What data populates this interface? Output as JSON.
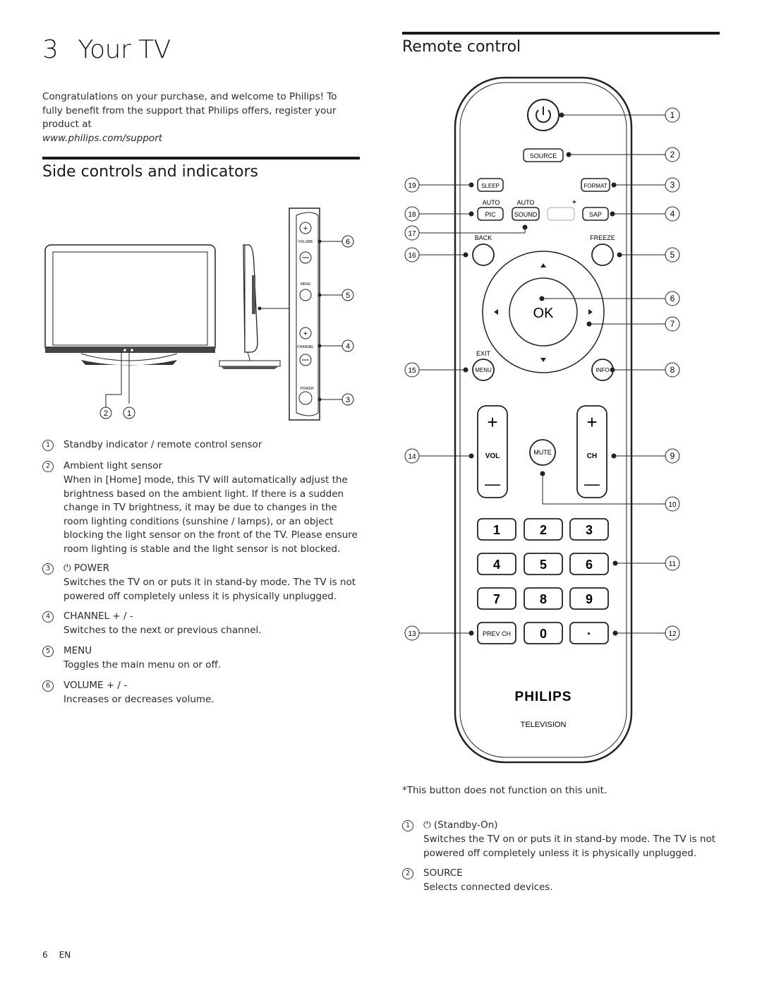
{
  "chapter": {
    "number": "3",
    "title": "Your TV"
  },
  "intro": {
    "text": "Congratulations on your purchase, and welcome to Philips! To fully benefit from the support that Philips offers, register your product at",
    "link": "www.philips.com/support"
  },
  "side_section": {
    "heading": "Side controls and indicators",
    "figure_labels": {
      "volume": "VOLUME",
      "menu": "MENU",
      "channel": "CHANNEL",
      "power": "POWER",
      "callouts": [
        "6",
        "5",
        "4",
        "3",
        "2",
        "1"
      ]
    },
    "items": [
      {
        "n": "1",
        "title": "Standby indicator / remote control sensor",
        "desc": ""
      },
      {
        "n": "2",
        "title": "Ambient light sensor",
        "desc": "When in [Home] mode, this TV will automatically adjust the brightness based on the ambient light. If there is a sudden change in TV brightness, it may be due to changes in the room lighting conditions (sunshine / lamps), or an object blocking the light sensor on the front of the TV. Please ensure room lighting is stable and the light sensor is not blocked."
      },
      {
        "n": "3",
        "title": "POWER",
        "desc": "Switches the TV on or puts it in stand-by mode. The TV is not powered off completely unless it is physically unplugged."
      },
      {
        "n": "4",
        "title": "CHANNEL + / -",
        "desc": "Switches to the next or previous channel."
      },
      {
        "n": "5",
        "title": "MENU",
        "desc": "Toggles the main menu on or off."
      },
      {
        "n": "6",
        "title": "VOLUME + / -",
        "desc": "Increases or decreases volume."
      }
    ]
  },
  "remote_section": {
    "heading": "Remote control",
    "buttons": {
      "source": "SOURCE",
      "sleep": "SLEEP",
      "format": "FORMAT",
      "auto1": "AUTO",
      "auto2": "AUTO",
      "pic": "PIC",
      "sound": "SOUND",
      "sap": "SAP",
      "asterisk": "*",
      "back": "BACK",
      "freeze": "FREEZE",
      "ok": "OK",
      "exit": "EXIT",
      "menu": "MENU",
      "info": "INFO",
      "vol": "VOL",
      "ch": "CH",
      "mute": "MUTE",
      "plus": "+",
      "minus": "—",
      "keys": [
        "1",
        "2",
        "3",
        "4",
        "5",
        "6",
        "7",
        "8",
        "9"
      ],
      "prev_ch": "PREV CH",
      "zero": "0",
      "dot": "·"
    },
    "brand": "PHILIPS",
    "subbrand": "TELEVISION",
    "callouts_right": [
      "1",
      "2",
      "3",
      "4",
      "5",
      "6",
      "7",
      "8",
      "9",
      "10",
      "11",
      "12"
    ],
    "callouts_left": [
      "19",
      "18",
      "17",
      "16",
      "15",
      "14",
      "13"
    ],
    "footnote": "*This button does not function on this unit.",
    "items": [
      {
        "n": "1",
        "title": "(Standby-On)",
        "desc": "Switches the TV on or puts it in stand-by mode. The TV is not powered off completely unless it is physically unplugged."
      },
      {
        "n": "2",
        "title": "SOURCE",
        "desc": "Selects connected devices."
      }
    ]
  },
  "footer": {
    "page": "6",
    "lang": "EN"
  }
}
